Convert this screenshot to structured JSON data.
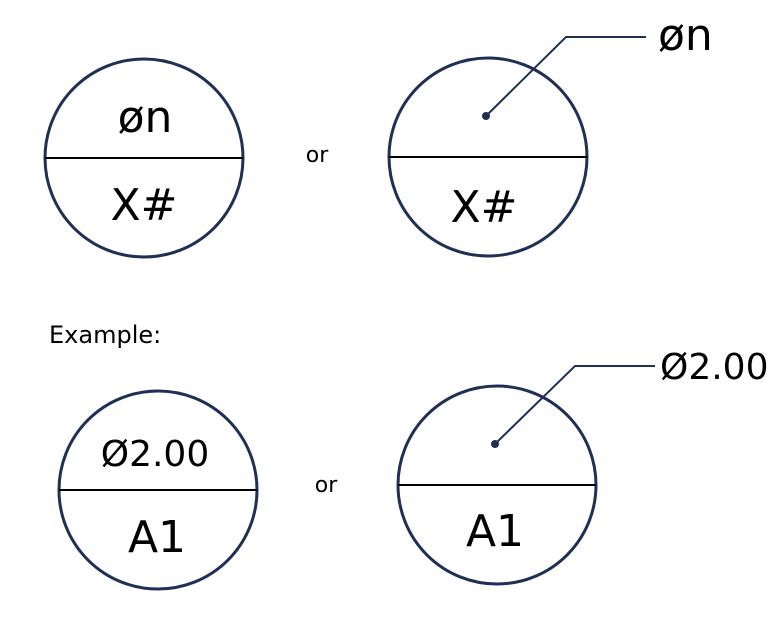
{
  "top_row": {
    "left_symbol": {
      "upper_text": "øn",
      "lower_text": "X#"
    },
    "connector": "or",
    "right_symbol": {
      "callout_text": "øn",
      "lower_text": "X#"
    }
  },
  "example_label": "Example:",
  "bottom_row": {
    "left_symbol": {
      "upper_text": "Ø2.00",
      "lower_text": "A1"
    },
    "connector": "or",
    "right_symbol": {
      "callout_text": "Ø2.00",
      "lower_text": "A1"
    }
  },
  "colors": {
    "outline": "#1f3057",
    "text": "#000000",
    "background": "#ffffff"
  }
}
